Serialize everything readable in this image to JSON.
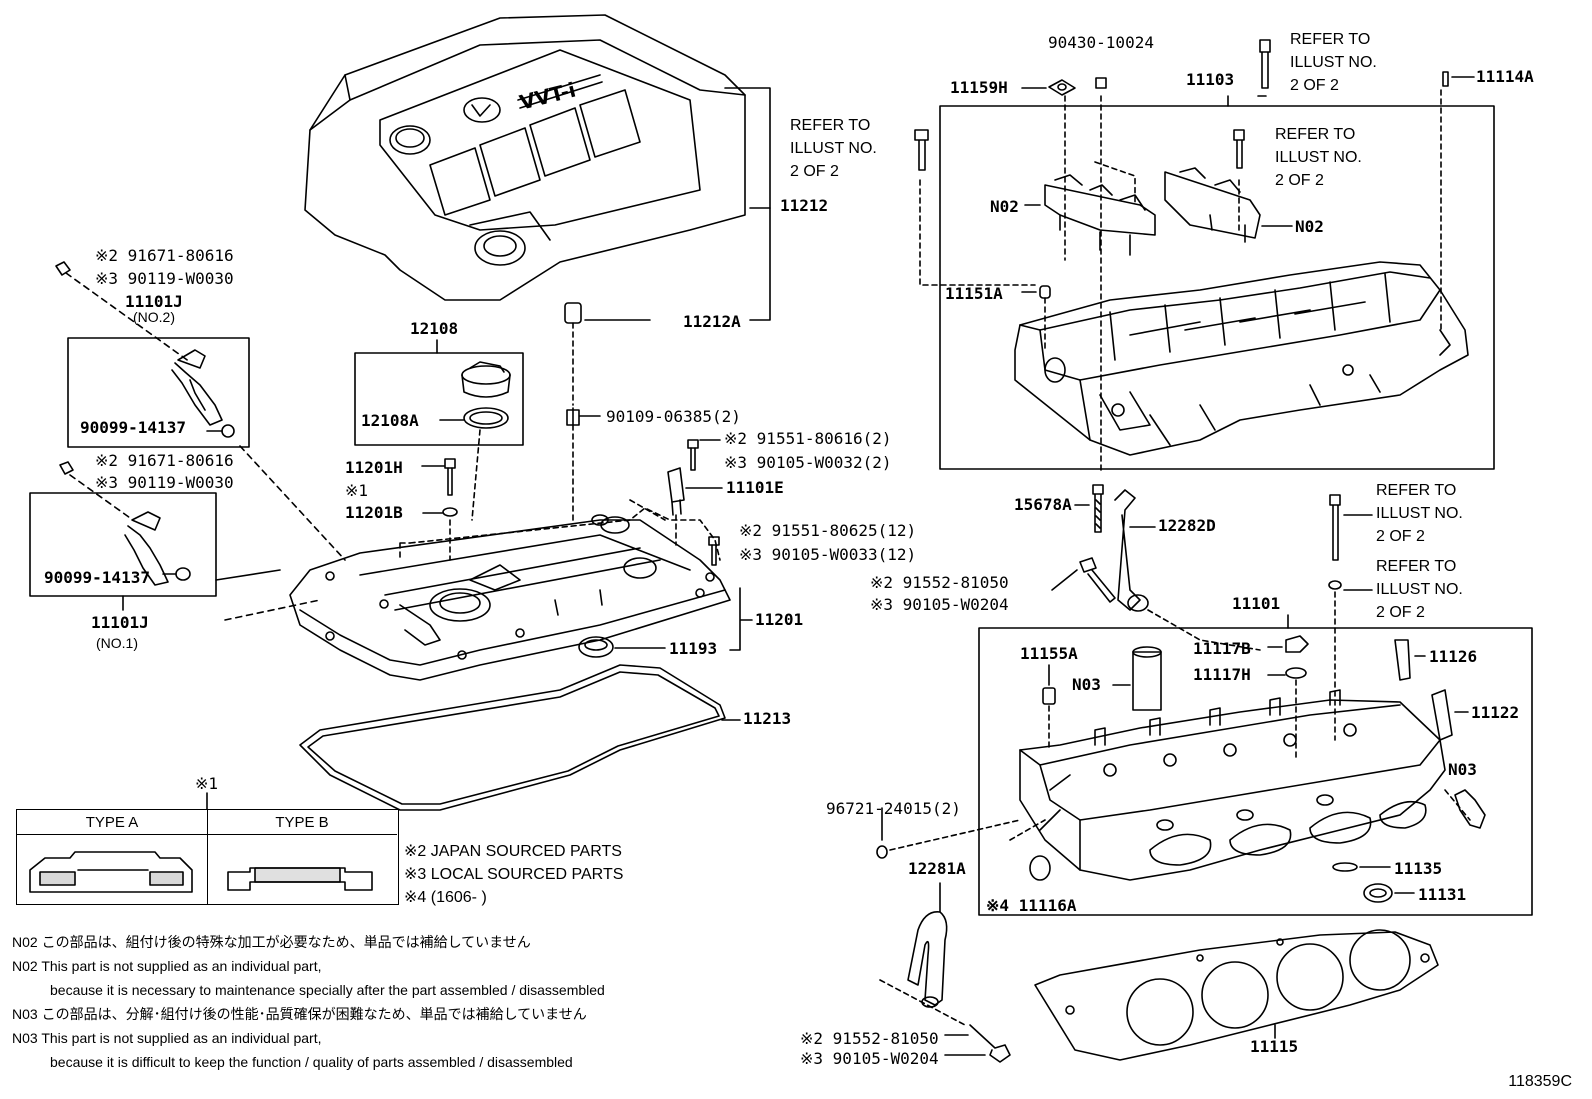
{
  "labels": {
    "p90430": "90430-10024",
    "p11159h": "11159H",
    "p11103": "11103",
    "p11114a": "11114A",
    "p11212": "11212",
    "p11212a": "11212A",
    "p12108": "12108",
    "p12108a": "12108A",
    "p90109": "90109-06385(2)",
    "p91551_80616": "※2 91551-80616(2)",
    "p90105_w0032": "※3 90105-W0032(2)",
    "p11101e": "11101E",
    "p11201h": "11201H",
    "p_mark1": "※1",
    "p11201b": "11201B",
    "p91551_80625": "※2 91551-80625(12)",
    "p90105_w0033": "※3 90105-W0033(12)",
    "p11201": "11201",
    "p11193": "11193",
    "p11213": "11213",
    "p91671_top": "※2 91671-80616",
    "p90119_top": "※3 90119-W0030",
    "p11101j_top": "11101J",
    "p_no2": "(NO.2)",
    "p90099_top": "90099-14137",
    "p91671_bot": "※2 91671-80616",
    "p90119_bot": "※3 90119-W0030",
    "p90099_bot": "90099-14137",
    "p11101j_bot": "11101J",
    "p_no1": "(NO.1)",
    "p_n02_left": "N02",
    "p_n02_right": "N02",
    "p11151a": "11151A",
    "p15678a": "15678A",
    "p12282d": "12282D",
    "p91552_mid": "※2 91552-81050",
    "p90105_w0204_mid": "※3 90105-W0204",
    "p11101": "11101",
    "p11117b": "11117B",
    "p11117h": "11117H",
    "p11126": "11126",
    "p11155a": "11155A",
    "p_n03_top": "N03",
    "p11122": "11122",
    "p_n03_right": "N03",
    "p96721": "96721-24015(2)",
    "p12281a": "12281A",
    "p11135": "11135",
    "p11131": "11131",
    "p11116a": "※4 11116A",
    "p11115": "11115",
    "p91552_bot": "※2 91552-81050",
    "p90105_w0204_bot": "※3 90105-W0204",
    "p_mark1_table": "※1"
  },
  "refer_notes": [
    [
      "REFER TO",
      "ILLUST NO.",
      "2 OF 2"
    ],
    [
      "REFER TO",
      "ILLUST NO.",
      "2 OF 2"
    ],
    [
      "REFER TO",
      "ILLUST NO.",
      "2 OF 2"
    ],
    [
      "REFER TO",
      "ILLUST NO.",
      "2 OF 2"
    ],
    [
      "REFER TO",
      "ILLUST NO.",
      "2 OF 2"
    ]
  ],
  "type_table": {
    "type_a": "TYPE A",
    "type_b": "TYPE B"
  },
  "legend": [
    "※2 JAPAN SOURCED PARTS",
    "※3 LOCAL SOURCED PARTS",
    "※4 (1606-        )"
  ],
  "notes": [
    "N02 この部品は、組付け後の特殊な加工が必要なため、単品では補給していません",
    "N02 This part is not supplied as an individual part,",
    "because it is necessary to maintenance specially after the part assembled / disassembled",
    "N03 この部品は、分解･組付け後の性能･品質確保が困難なため、単品では補給していません",
    "N03 This part is not supplied as an individual part,",
    "because it is difficult to keep the function / quality of parts assembled / disassembled"
  ],
  "cover_logo_text": "VVT-i",
  "illustration_code": "118359C"
}
